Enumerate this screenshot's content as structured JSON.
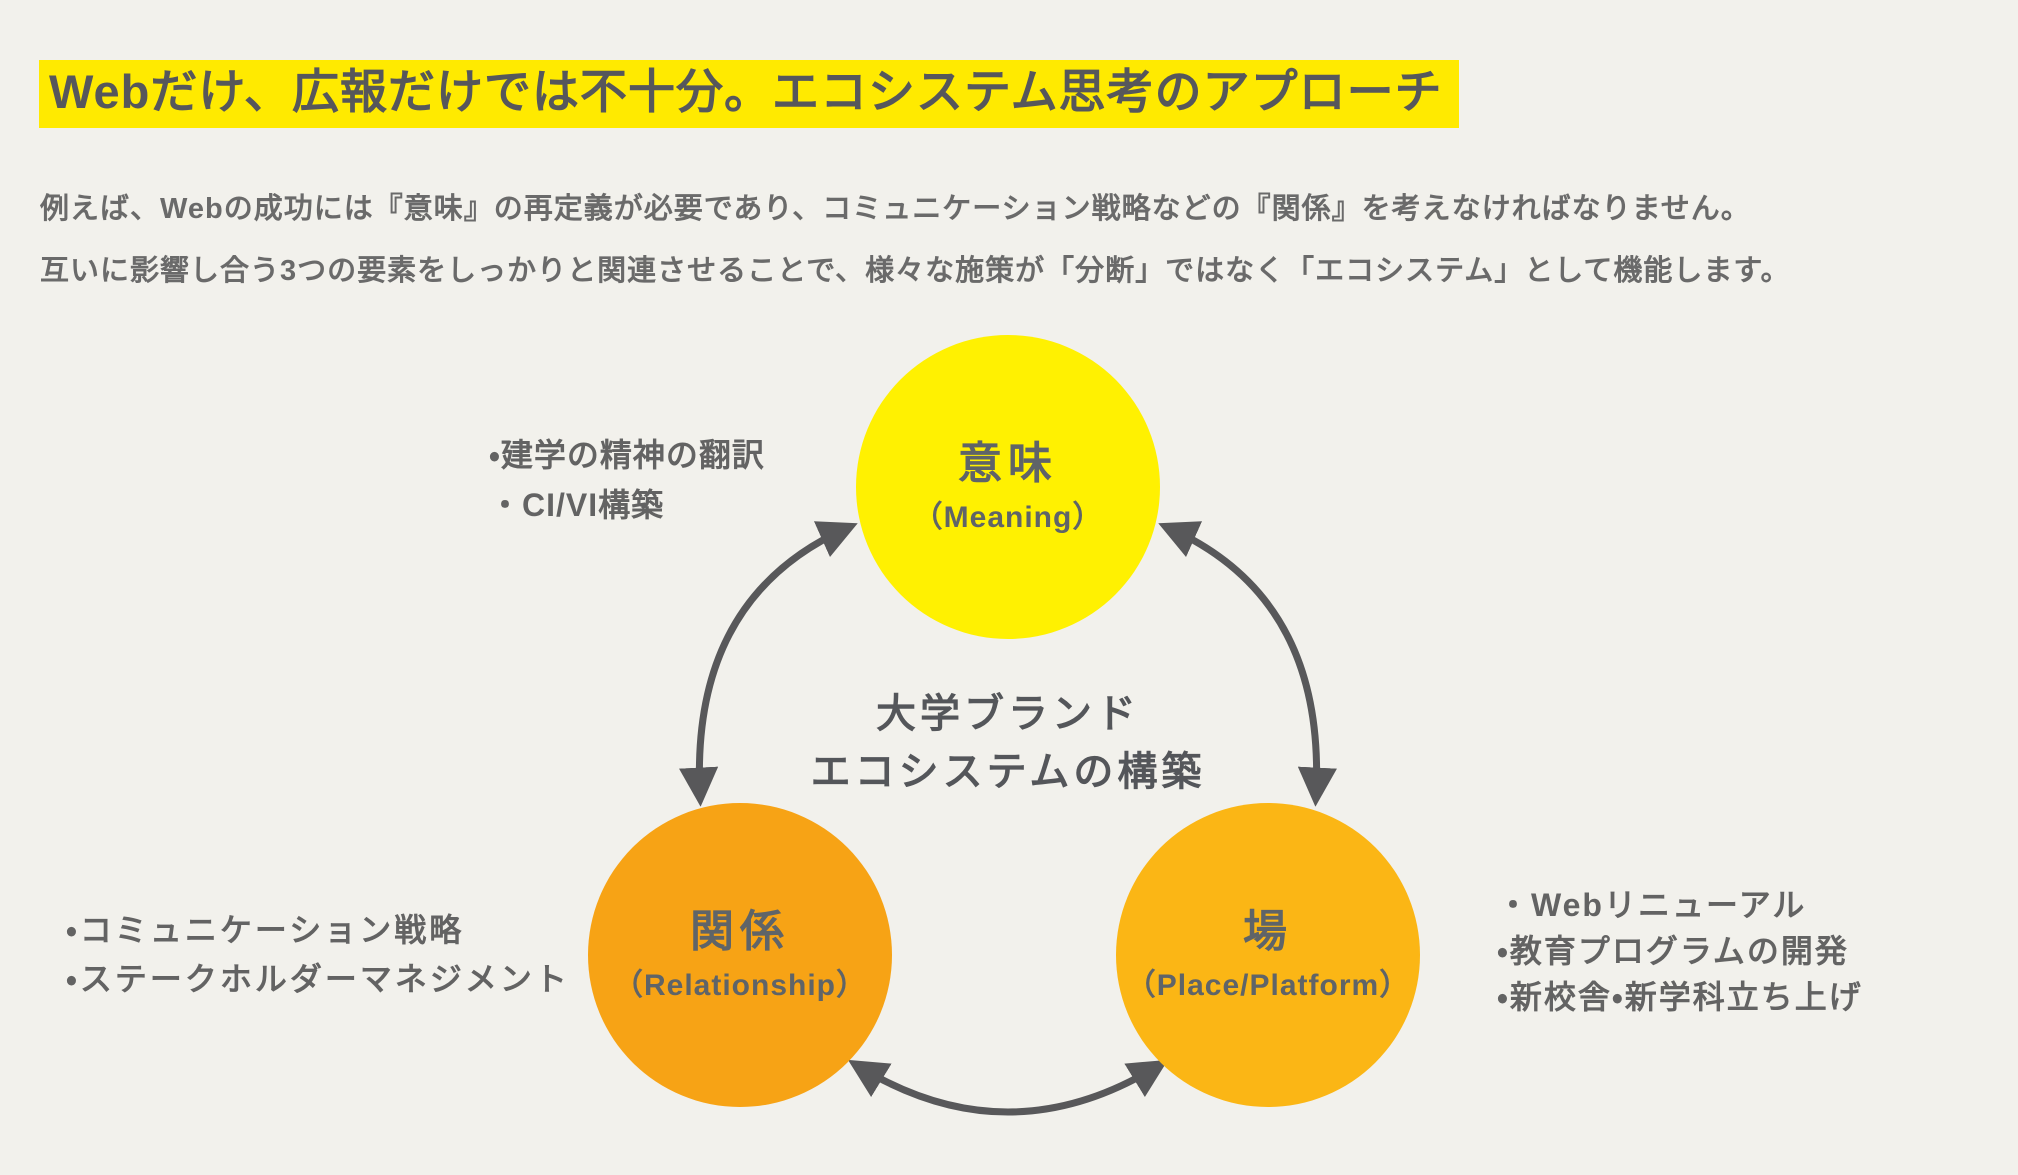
{
  "title": {
    "text": "Webだけ、広報だけでは不十分。エコシステム思考のアプローチ"
  },
  "intro": {
    "line1": "例えば、Webの成功には『意味』の再定義が必要であり、コミュニケーション戦略などの『関係』を考えなければなりません。",
    "line2": "互いに影響し合う3つの要素をしっかりと関連させることで、様々な施策が「分断」ではなく「エコシステム」として機能します。"
  },
  "diagram": {
    "center_label": {
      "line1": "大学ブランド",
      "line2": "エコシステムの構築"
    },
    "nodes": [
      {
        "id": "meaning",
        "label": "意味",
        "sublabel": "（Meaning）",
        "color": "#FFF101",
        "bullets": [
          "・建学の精神の翻訳",
          "・CI/VI構築"
        ]
      },
      {
        "id": "relationship",
        "label": "関係",
        "sublabel": "（Relationship）",
        "color": "#F7A315",
        "bullets": [
          "・コミュニケーション戦略",
          "・ステークホルダーマネジメント"
        ]
      },
      {
        "id": "place",
        "label": "場",
        "sublabel": "（Place/Platform）",
        "color": "#FBB615",
        "bullets": [
          "・Webリニューアル",
          "・教育プログラムの開発",
          "・新校舎・新学科立ち上げ"
        ]
      }
    ]
  },
  "colors": {
    "background": "#F2F1EC",
    "highlight": "#FFEA00",
    "title_text": "#56575B",
    "body_text": "#6A6A6A",
    "node_text": "#5F6468",
    "arrow": "#58585A"
  }
}
